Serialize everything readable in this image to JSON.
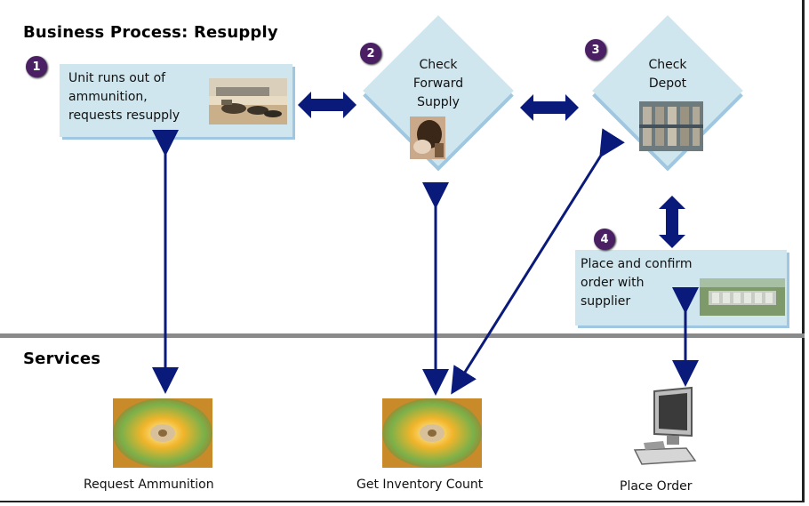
{
  "business_title": "Business Process: Resupply",
  "services_title": "Services",
  "steps": [
    {
      "number": "1",
      "text": "Unit runs out of\nammunition,\nrequests resupply"
    },
    {
      "number": "2",
      "text": "Check\nForward\nSupply"
    },
    {
      "number": "3",
      "text": "Check\nDepot"
    },
    {
      "number": "4",
      "text": "Place and confirm\norder with\nsupplier"
    }
  ],
  "services": [
    {
      "label": "Request Ammunition",
      "icon": "cd-disc-icon"
    },
    {
      "label": "Get Inventory Count",
      "icon": "cd-disc-icon"
    },
    {
      "label": "Place Order",
      "icon": "computer-icon"
    }
  ],
  "colors": {
    "box_fill": "#cfe6ee",
    "box_shadow": "#9fc7e2",
    "badge": "#4a1f63",
    "arrow": "#0a1a7a",
    "divider": "#8a8a8a"
  }
}
